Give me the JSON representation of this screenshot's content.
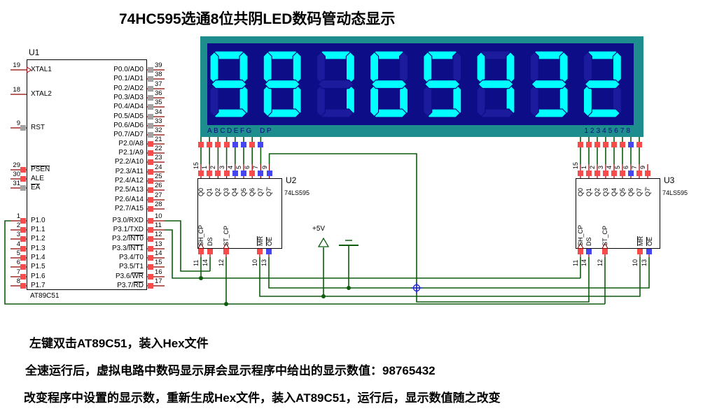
{
  "title": "74HC595选通8位共阴LED数码管动态显示",
  "display": {
    "value": "98765432",
    "segment_labels": "ABCDEFG DP",
    "digit_labels": "12345678"
  },
  "u1": {
    "ref": "U1",
    "part": "AT89C51",
    "left_pins": [
      {
        "num": "19",
        "pre": "XTAL1",
        "bar": "",
        "state": ""
      },
      {
        "num": "18",
        "pre": "XTAL2",
        "bar": "",
        "state": ""
      },
      {
        "num": "9",
        "pre": "RST",
        "bar": "",
        "state": "gray"
      },
      {
        "num": "29",
        "pre": "",
        "bar": "PSEN",
        "state": "red"
      },
      {
        "num": "30",
        "pre": "ALE",
        "bar": "",
        "state": "red"
      },
      {
        "num": "31",
        "pre": "",
        "bar": "EA",
        "state": "gray"
      },
      {
        "num": "1",
        "pre": "P1.0",
        "bar": "",
        "state": "red"
      },
      {
        "num": "2",
        "pre": "P1.1",
        "bar": "",
        "state": "red"
      },
      {
        "num": "3",
        "pre": "P1.2",
        "bar": "",
        "state": "red"
      },
      {
        "num": "4",
        "pre": "P1.3",
        "bar": "",
        "state": "red"
      },
      {
        "num": "5",
        "pre": "P1.4",
        "bar": "",
        "state": "red"
      },
      {
        "num": "6",
        "pre": "P1.5",
        "bar": "",
        "state": "red"
      },
      {
        "num": "7",
        "pre": "P1.6",
        "bar": "",
        "state": "red"
      },
      {
        "num": "8",
        "pre": "P1.7",
        "bar": "",
        "state": "red"
      }
    ],
    "right_pins": [
      {
        "num": "39",
        "pre": "P0.0/AD0",
        "bar": "",
        "state": "gray"
      },
      {
        "num": "38",
        "pre": "P0.1/AD1",
        "bar": "",
        "state": "gray"
      },
      {
        "num": "37",
        "pre": "P0.2/AD2",
        "bar": "",
        "state": "gray"
      },
      {
        "num": "36",
        "pre": "P0.3/AD3",
        "bar": "",
        "state": "gray"
      },
      {
        "num": "35",
        "pre": "P0.4/AD4",
        "bar": "",
        "state": "gray"
      },
      {
        "num": "34",
        "pre": "P0.5/AD5",
        "bar": "",
        "state": "gray"
      },
      {
        "num": "33",
        "pre": "P0.6/AD6",
        "bar": "",
        "state": "gray"
      },
      {
        "num": "32",
        "pre": "P0.7/AD7",
        "bar": "",
        "state": "gray"
      },
      {
        "num": "21",
        "pre": "P2.0/A8",
        "bar": "",
        "state": "red"
      },
      {
        "num": "22",
        "pre": "P2.1/A9",
        "bar": "",
        "state": "red"
      },
      {
        "num": "23",
        "pre": "P2.2/A10",
        "bar": "",
        "state": "red"
      },
      {
        "num": "24",
        "pre": "P2.3/A11",
        "bar": "",
        "state": "red"
      },
      {
        "num": "25",
        "pre": "P2.4/A12",
        "bar": "",
        "state": "red"
      },
      {
        "num": "26",
        "pre": "P2.5/A13",
        "bar": "",
        "state": "red"
      },
      {
        "num": "27",
        "pre": "P2.6/A14",
        "bar": "",
        "state": "red"
      },
      {
        "num": "28",
        "pre": "P2.7/A15",
        "bar": "",
        "state": "red"
      },
      {
        "num": "10",
        "pre": "P3.0/RXD",
        "bar": "",
        "state": "red"
      },
      {
        "num": "11",
        "pre": "P3.1/TXD",
        "bar": "",
        "state": "red"
      },
      {
        "num": "12",
        "pre": "P3.2/",
        "bar": "INT0",
        "state": "red"
      },
      {
        "num": "13",
        "pre": "P3.3/",
        "bar": "INT1",
        "state": "red"
      },
      {
        "num": "14",
        "pre": "P3.4/T0",
        "bar": "",
        "state": "red"
      },
      {
        "num": "15",
        "pre": "P3.5/T1",
        "bar": "",
        "state": "red"
      },
      {
        "num": "16",
        "pre": "P3.6/",
        "bar": "WR",
        "state": "red"
      },
      {
        "num": "17",
        "pre": "P3.7/",
        "bar": "RD",
        "state": "red"
      }
    ]
  },
  "u2": {
    "ref": "U2",
    "part": "74LS595",
    "top_pins": [
      {
        "num": "15",
        "name": "Q0",
        "state": "red",
        "bus": "red"
      },
      {
        "num": "1",
        "name": "Q1",
        "state": "red",
        "bus": "red"
      },
      {
        "num": "2",
        "name": "Q2",
        "state": "red",
        "bus": "red"
      },
      {
        "num": "3",
        "name": "Q3",
        "state": "red",
        "bus": "red"
      },
      {
        "num": "4",
        "name": "Q4",
        "state": "blue",
        "bus": "blue"
      },
      {
        "num": "5",
        "name": "Q5",
        "state": "blue",
        "bus": "blue"
      },
      {
        "num": "6",
        "name": "Q6",
        "state": "red",
        "bus": "red"
      },
      {
        "num": "7",
        "name": "Q7",
        "state": "blue",
        "bus": "blue"
      },
      {
        "num": "9",
        "name": "Q7'",
        "state": "blue",
        "bus": ""
      }
    ],
    "bottom_pins": [
      {
        "num": "11",
        "pre": "SH_CP",
        "bar": "",
        "state": "red",
        "clock": true
      },
      {
        "num": "14",
        "pre": "DS",
        "bar": "",
        "state": "red",
        "clock": false
      },
      {
        "num": "12",
        "pre": "ST_CP",
        "bar": "",
        "state": "red",
        "clock": true
      },
      {
        "num": "10",
        "pre": "",
        "bar": "MR",
        "state": "red",
        "clock": false
      },
      {
        "num": "13",
        "pre": "",
        "bar": "OE",
        "state": "blue",
        "clock": false
      }
    ]
  },
  "u3": {
    "ref": "U3",
    "part": "74LS595",
    "top_pins": [
      {
        "num": "15",
        "name": "Q0",
        "state": "red",
        "bus": "red"
      },
      {
        "num": "1",
        "name": "Q1",
        "state": "red",
        "bus": "red"
      },
      {
        "num": "2",
        "name": "Q2",
        "state": "red",
        "bus": "red"
      },
      {
        "num": "3",
        "name": "Q3",
        "state": "red",
        "bus": "red"
      },
      {
        "num": "4",
        "name": "Q4",
        "state": "red",
        "bus": "red"
      },
      {
        "num": "5",
        "name": "Q5",
        "state": "red",
        "bus": "red"
      },
      {
        "num": "6",
        "name": "Q6",
        "state": "blue",
        "bus": "blue"
      },
      {
        "num": "7",
        "name": "Q7",
        "state": "red",
        "bus": "red"
      },
      {
        "num": "9",
        "name": "Q7'",
        "state": "red",
        "bus": ""
      }
    ],
    "bottom_pins": [
      {
        "num": "11",
        "pre": "SH_CP",
        "bar": "",
        "state": "red",
        "clock": true
      },
      {
        "num": "14",
        "pre": "DS",
        "bar": "",
        "state": "blue",
        "clock": false
      },
      {
        "num": "12",
        "pre": "ST_CP",
        "bar": "",
        "state": "red",
        "clock": true
      },
      {
        "num": "10",
        "pre": "",
        "bar": "MR",
        "state": "red",
        "clock": false
      },
      {
        "num": "13",
        "pre": "",
        "bar": "OE",
        "state": "blue",
        "clock": false
      }
    ]
  },
  "power": {
    "vcc": "+5V"
  },
  "notes": [
    "左键双击AT89C51，装入Hex文件",
    "全速运行后，虚拟电路中数码显示屏会显示程序中给出的显示数值：98765432",
    "改变程序中设置的显示数，重新生成Hex文件，装入AT89C51，运行后，显示数值随之改变"
  ],
  "colors": {
    "wire": "#0e5c0e",
    "pin_stub": "#8b0000",
    "state_red": "#f84b4b",
    "state_blue": "#4646f0",
    "state_gray": "#a3a3a3",
    "display_frame": "#1e8d8d",
    "display_bg": "#0d0d87",
    "segment_on": "#00ffff",
    "segment_off": "#1b1b9d",
    "display_label": "#0a0a80",
    "origin_marker": "#2424cd"
  }
}
